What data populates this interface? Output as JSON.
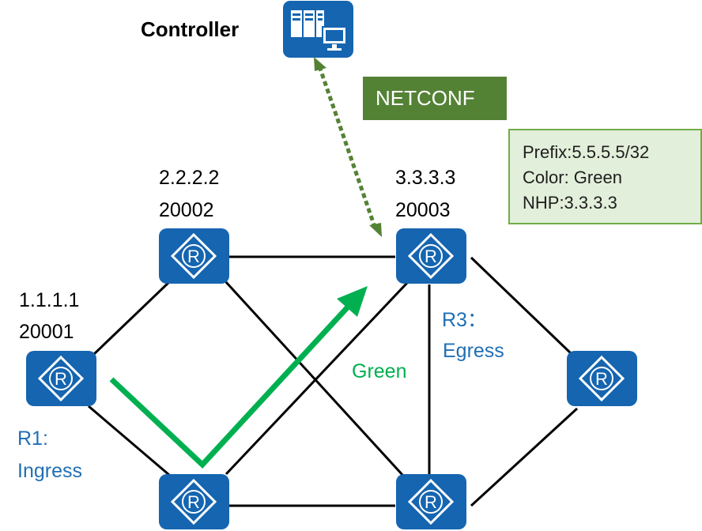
{
  "controller": {
    "label": "Controller",
    "icon": "server-monitor-icon"
  },
  "netconf": {
    "label": "NETCONF",
    "color": "#548235"
  },
  "info_box": {
    "lines": [
      "Prefix:5.5.5.5/32",
      "Color: Green",
      "NHP:3.3.3.3"
    ],
    "background": "#e2efda",
    "border": "#70ad47"
  },
  "nodes": {
    "r1": {
      "ip": "1.1.1.1",
      "sid": "20001",
      "name": "R1:",
      "role": "Ingress"
    },
    "r2": {
      "ip": "2.2.2.2",
      "sid": "20002"
    },
    "r3": {
      "ip": "3.3.3.3",
      "sid": "20003",
      "name": "R3：",
      "role": "Egress"
    }
  },
  "path_label": "Green",
  "colors": {
    "router": "#1565b0",
    "link": "#000000",
    "path": "#00b050",
    "netconf_link": "#548235",
    "annotation": "#1f6fb5"
  }
}
